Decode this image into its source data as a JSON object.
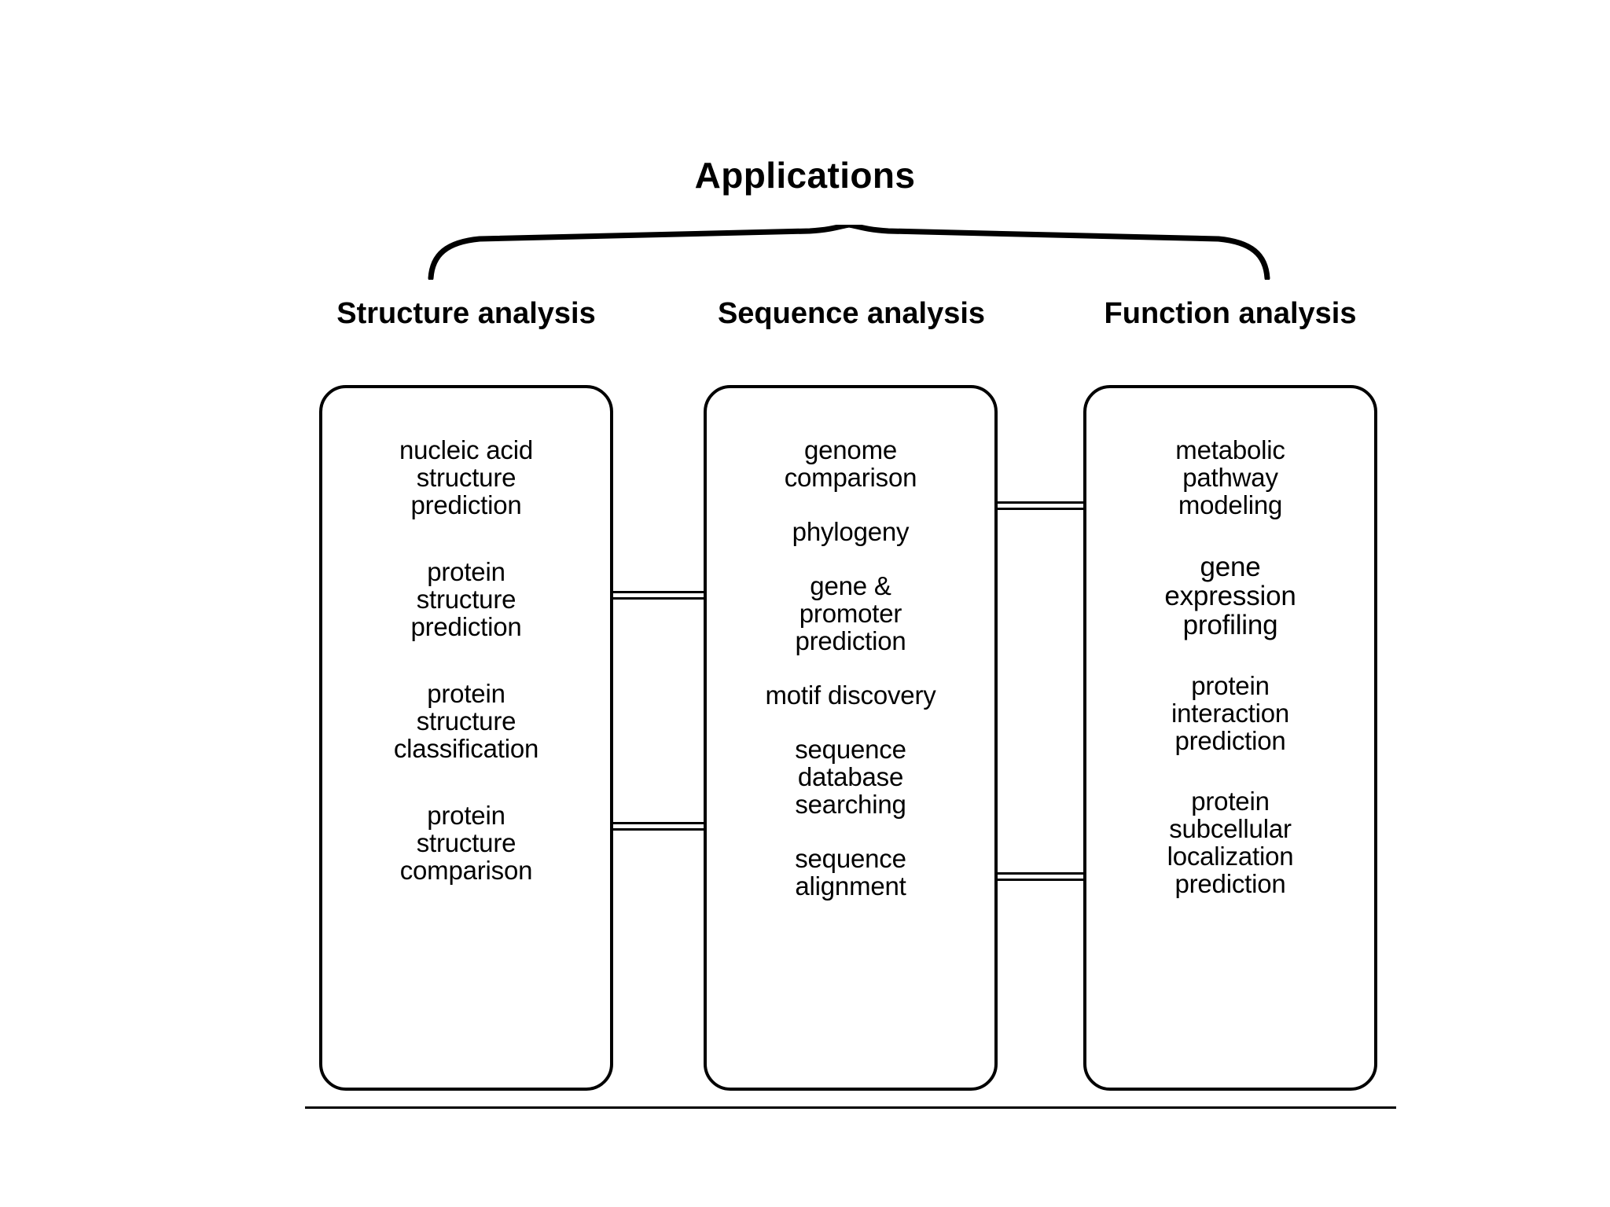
{
  "diagram": {
    "title": "Applications",
    "brace_icon": "curly-brace-icon",
    "columns": [
      {
        "header": "Structure\nanalysis",
        "entries": [
          "nucleic acid\nstructure\nprediction",
          "protein\nstructure\nprediction",
          "protein\nstructure\nclassification",
          "protein\nstructure\ncomparison"
        ]
      },
      {
        "header": "Sequence\nanalysis",
        "entries": [
          "genome\ncomparison",
          "phylogeny",
          "gene &\npromoter\nprediction",
          "motif discovery",
          "sequence\ndatabase\nsearching",
          "sequence\nalignment"
        ]
      },
      {
        "header": "Function\nanalysis",
        "entries": [
          "metabolic\npathway\nmodeling",
          "gene\nexpression\nprofiling",
          "protein\ninteraction\nprediction",
          "protein\nsubcellular\nlocalization\nprediction"
        ]
      }
    ],
    "connectors": [
      {
        "name": "structure-to-sequence-upper"
      },
      {
        "name": "structure-to-sequence-lower"
      },
      {
        "name": "sequence-to-function-upper"
      },
      {
        "name": "sequence-to-function-lower"
      }
    ],
    "colors": {
      "stroke": "#000000",
      "background": "#ffffff",
      "text": "#000000"
    }
  }
}
